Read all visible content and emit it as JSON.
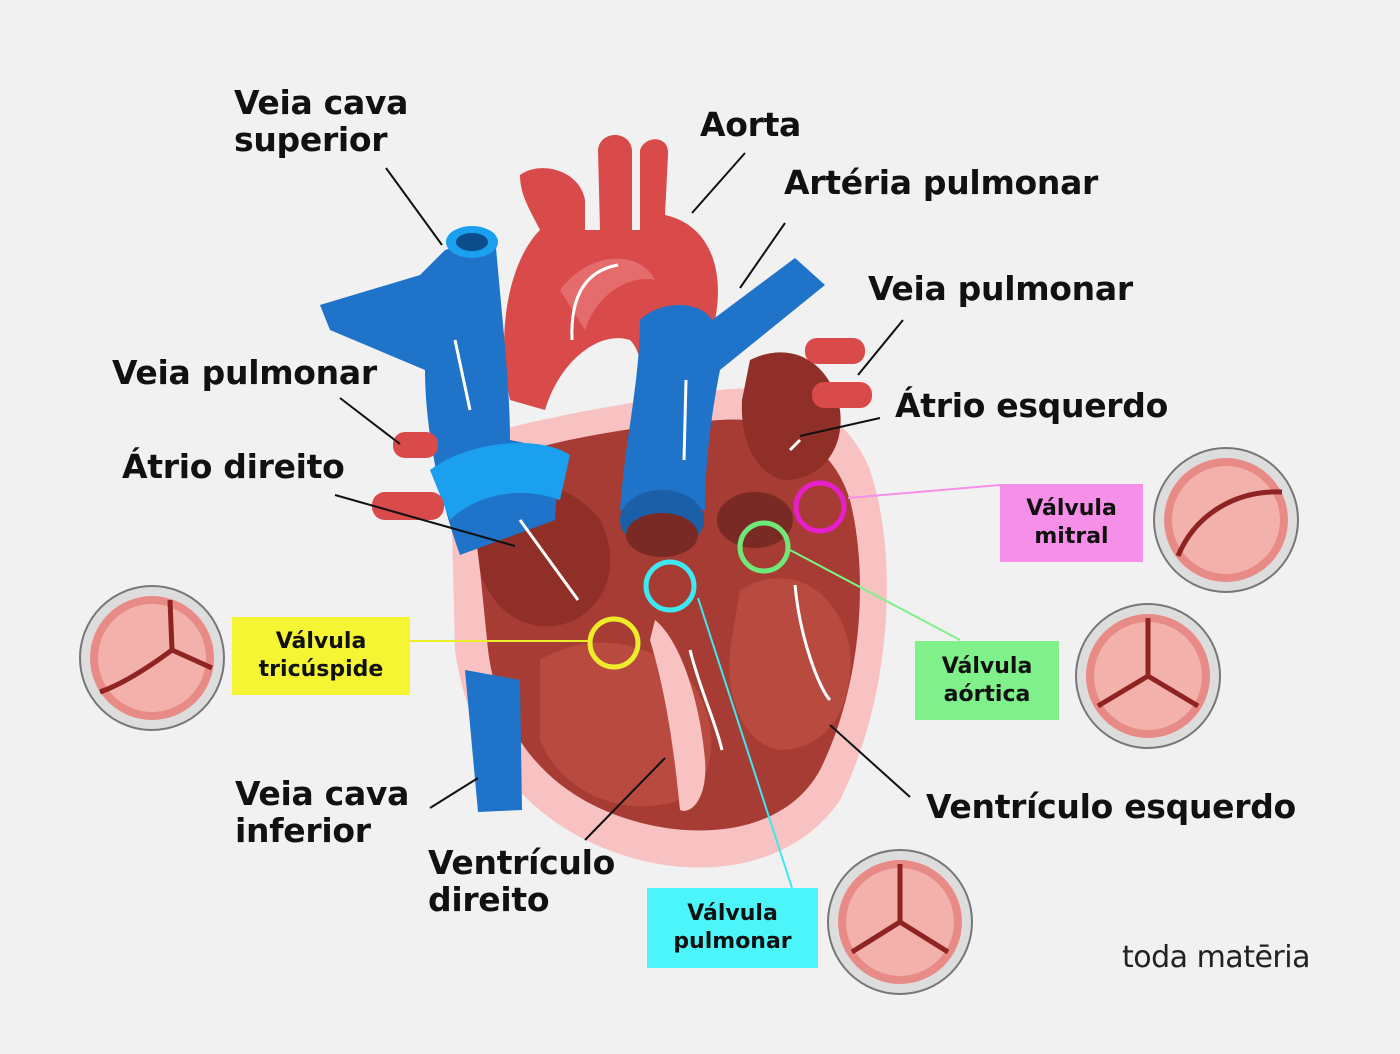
{
  "labels": {
    "veia_cava_superior": [
      "Veia cava",
      "superior"
    ],
    "aorta": "Aorta",
    "arteria_pulmonar": "Artéria pulmonar",
    "veia_pulmonar_direita": "Veia pulmonar",
    "veia_pulmonar_esquerda": "Veia pulmonar",
    "atrio_esquerdo": "Átrio esquerdo",
    "atrio_direito": "Átrio direito",
    "ventriculo_esquerdo": "Ventrículo esquerdo",
    "veia_cava_inferior": [
      "Veia cava",
      "inferior"
    ],
    "ventriculo_direito": [
      "Ventrículo",
      "direito"
    ]
  },
  "valves": {
    "mitral": {
      "lines": [
        "Válvula",
        "mitral"
      ],
      "color": "#f68fe8",
      "ring": "#e61fc8"
    },
    "aortica": {
      "lines": [
        "Válvula",
        "aórtica"
      ],
      "color": "#7ff08a",
      "ring": "#6ee878"
    },
    "tricuspide": {
      "lines": [
        "Válvula",
        "tricúspide"
      ],
      "color": "#f5f534",
      "ring": "#ecec2a"
    },
    "pulmonar": {
      "lines": [
        "Válvula",
        "pulmonar"
      ],
      "color": "#4bf5f9",
      "ring": "#3fe8f0"
    }
  },
  "brand": "toda matēria",
  "colors": {
    "background": "#f1f1f1",
    "artery_red": "#d94a4a",
    "vein_blue": "#1f73c8",
    "muscle": "#a33a32",
    "pericardium": "#f7bcbc"
  },
  "icons": [
    "heart-diagram",
    "valve-mitral-icon",
    "valve-aortic-icon",
    "valve-tricuspid-icon",
    "valve-pulmonary-icon"
  ]
}
